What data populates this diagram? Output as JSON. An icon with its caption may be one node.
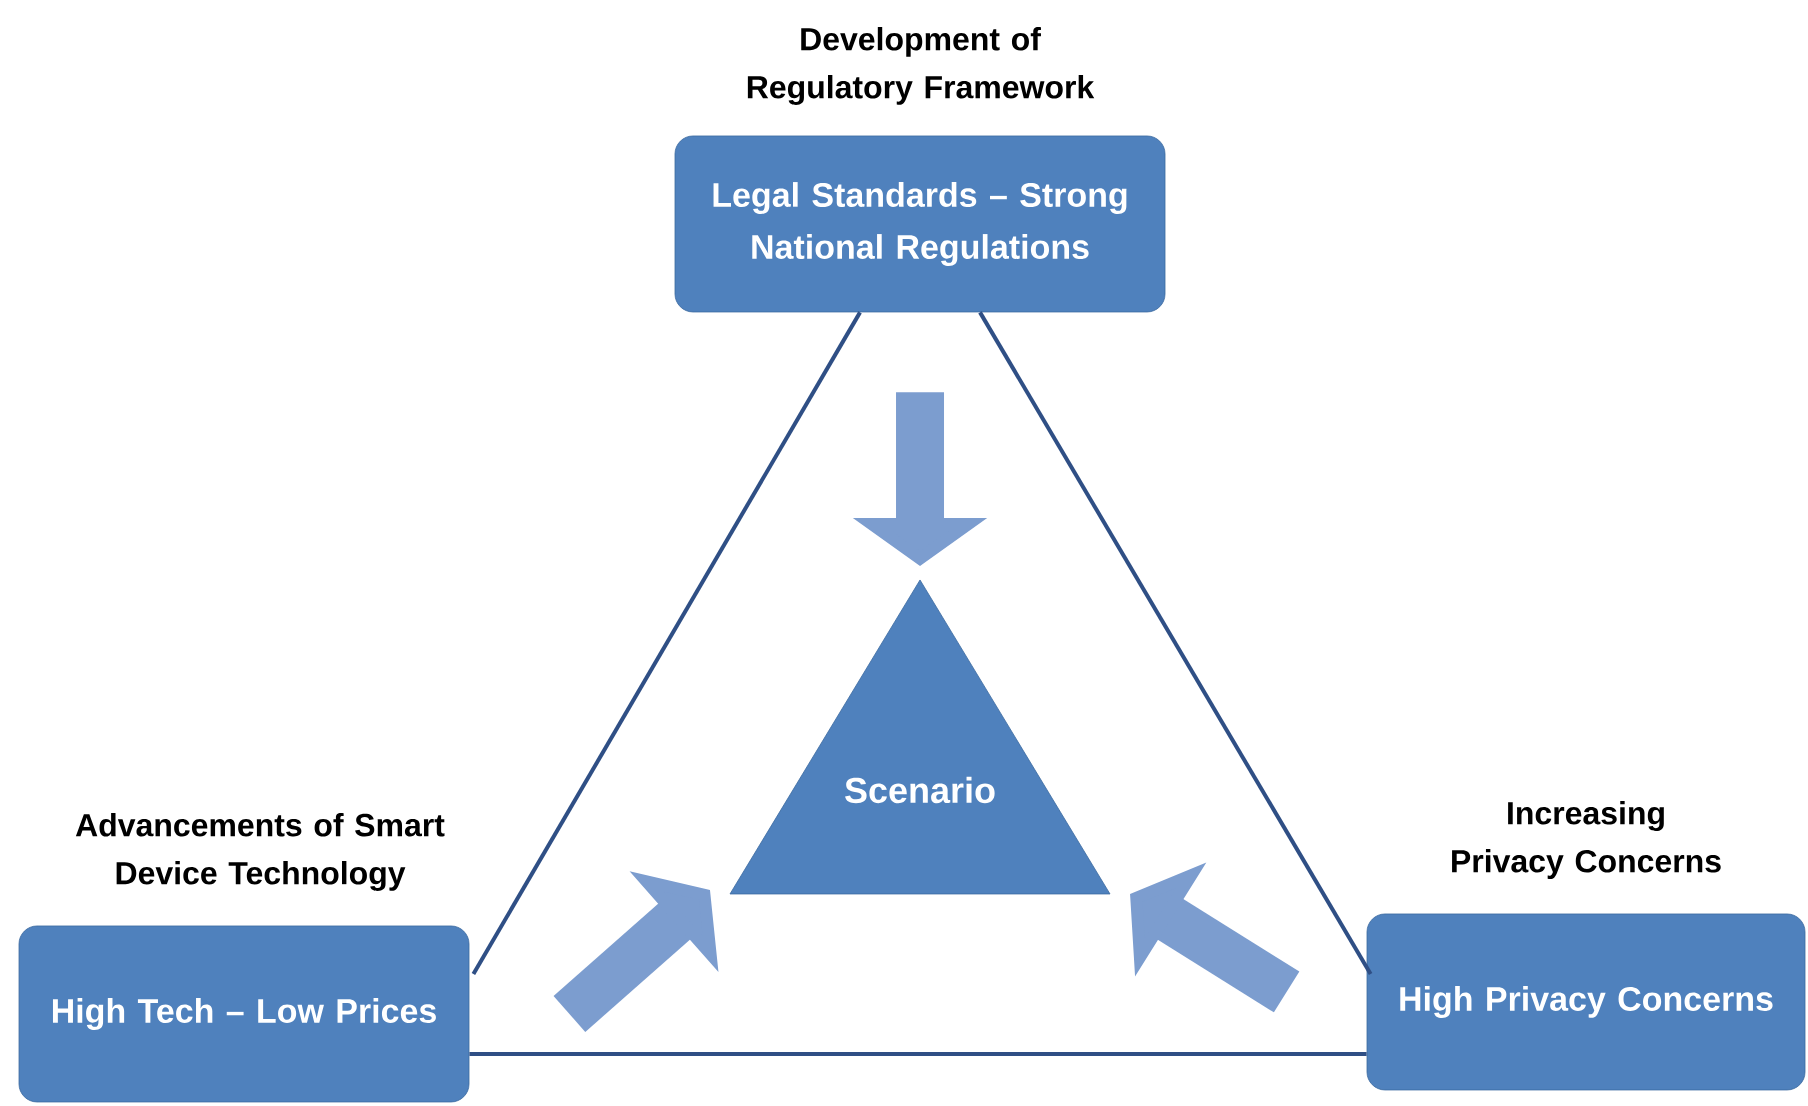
{
  "diagram": {
    "nodes": [
      {
        "text": [
          "Development of Regulatory Framework",
          "Legal Standards – Strong National Regulations"
        ]
      },
      {
        "text": [
          "Scenario"
        ]
      },
      {
        "text": [
          "Advancements of Smart Device Technology",
          "High Tech – Low Prices"
        ]
      },
      {
        "text": [
          "Increasing Privacy Concerns",
          "High Privacy Concerns"
        ]
      }
    ],
    "edges": [
      {
        "from": 0,
        "to": 2,
        "arrow": "none"
      },
      {
        "from": 0,
        "to": 3,
        "arrow": "none"
      },
      {
        "from": 2,
        "to": 3,
        "arrow": "none"
      },
      {
        "from": 0,
        "to": 1,
        "arrow": "to",
        "style": "thick"
      },
      {
        "from": 2,
        "to": 1,
        "arrow": "to",
        "style": "thick"
      },
      {
        "from": 3,
        "to": 1,
        "arrow": "to",
        "style": "thick"
      }
    ]
  }
}
